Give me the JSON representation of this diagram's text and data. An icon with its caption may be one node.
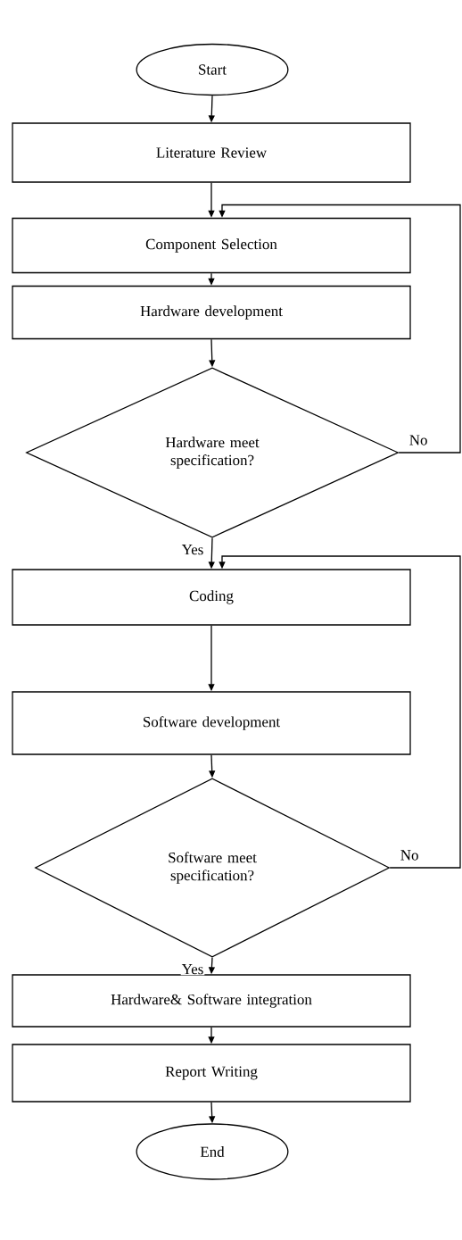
{
  "diagram": {
    "nodes": [
      {
        "text": [
          "Start"
        ]
      },
      {
        "text": [
          "Literature Review"
        ]
      },
      {
        "text": [
          "Component Selection"
        ]
      },
      {
        "text": [
          "Hardware development"
        ]
      },
      {
        "text": [
          "Hardware meet specification?"
        ]
      },
      {
        "text": [
          "Coding"
        ]
      },
      {
        "text": [
          "Software development"
        ]
      },
      {
        "text": [
          "Software meet specification?"
        ]
      },
      {
        "text": [
          "Hardware& Software integration"
        ]
      },
      {
        "text": [
          "Report Writing"
        ]
      },
      {
        "text": [
          "End"
        ]
      }
    ],
    "edges": [
      {
        "from": 0,
        "to": 1,
        "arrow": "to"
      },
      {
        "from": 1,
        "to": 2,
        "arrow": "to"
      },
      {
        "from": 2,
        "to": 3,
        "arrow": "to"
      },
      {
        "from": 3,
        "to": 4,
        "arrow": "to"
      },
      {
        "from": 4,
        "to": 5,
        "arrow": "to",
        "label": "Yes"
      },
      {
        "from": 4,
        "to": 2,
        "arrow": "to",
        "label": "No"
      },
      {
        "from": 5,
        "to": 6,
        "arrow": "to"
      },
      {
        "from": 6,
        "to": 7,
        "arrow": "to"
      },
      {
        "from": 7,
        "to": 8,
        "arrow": "to",
        "label": "Yes"
      },
      {
        "from": 7,
        "to": 5,
        "arrow": "to",
        "label": "No"
      },
      {
        "from": 8,
        "to": 9,
        "arrow": "to"
      },
      {
        "from": 9,
        "to": 10,
        "arrow": "to"
      }
    ]
  }
}
